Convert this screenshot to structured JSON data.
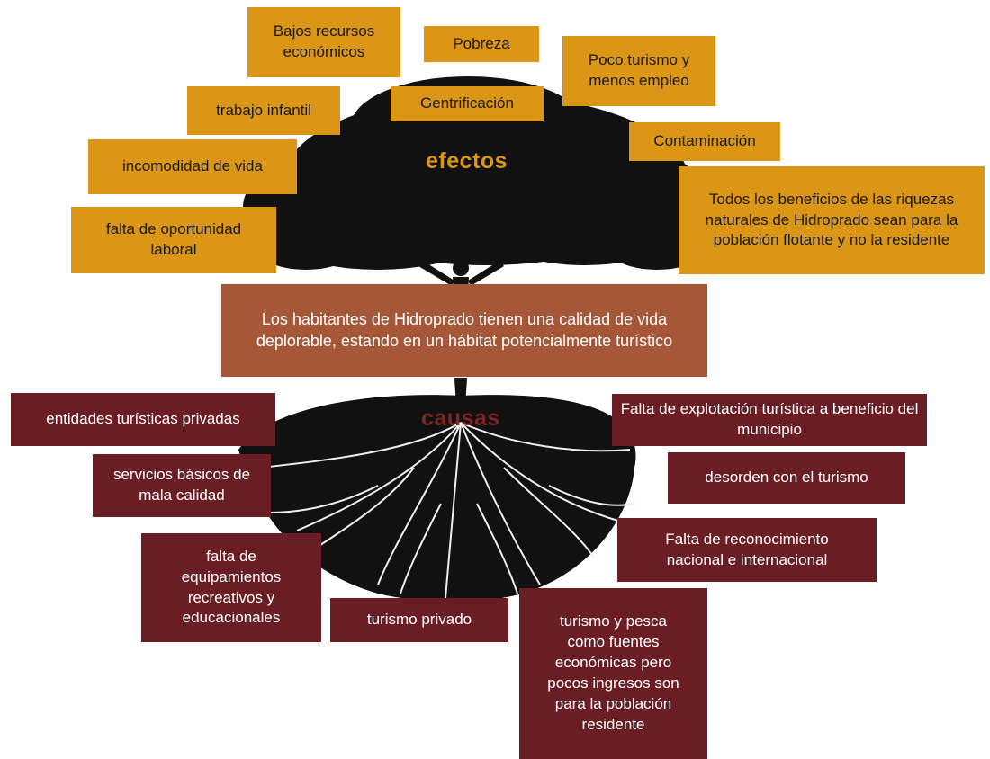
{
  "colors": {
    "effect_box": "#DA9614",
    "cause_box": "#6A1E24",
    "central_box": "#A55738",
    "tree": "#111111",
    "roots": "#f2f2f2"
  },
  "headings": {
    "effects": "efectos",
    "causes": "causas"
  },
  "problem": "Los habitantes de Hidroprado  tienen una calidad de vida deplorable, estando  en un hábitat  potencialmente turístico",
  "effects": [
    "Bajos recursos económicos",
    "Pobreza",
    "Poco turismo y menos empleo",
    "trabajo infantil",
    "Gentrificación",
    "Contaminación",
    "incomodidad  de vida",
    "Todos los beneficios  de las riquezas naturales  de  Hidroprado sean para la población flotante y no la residente",
    "falta de oportunidad laboral"
  ],
  "causes": [
    "entidades  turísticas  privadas",
    "Falta de explotación turística a beneficio del municipio",
    "servicios básicos de mala calidad",
    "desorden  con el turismo",
    "falta de equipamientos recreativos y educacionales",
    "Falta de reconocimiento nacional e internacional",
    "turismo  privado",
    "turismo y pesca como fuentes económicas  pero pocos  ingresos  son para  la población residente"
  ]
}
